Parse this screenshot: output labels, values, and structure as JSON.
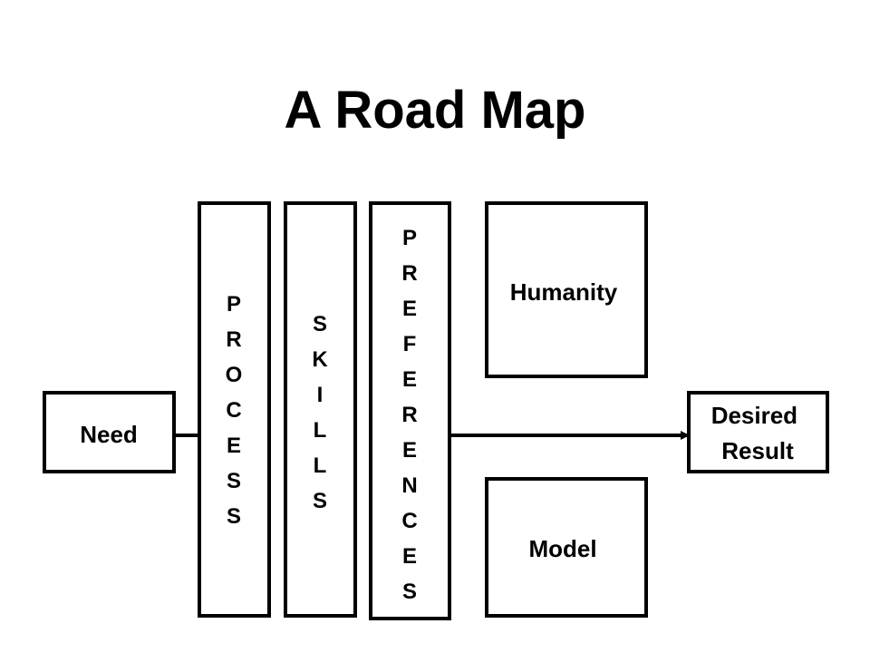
{
  "title": "A Road Map",
  "need": "Need",
  "process": [
    "P",
    "R",
    "O",
    "C",
    "E",
    "S",
    "S"
  ],
  "skills": [
    "S",
    "K",
    "I",
    "L",
    "L",
    "S"
  ],
  "preferences": [
    "P",
    "R",
    "E",
    "F",
    "E",
    "R",
    "E",
    "N",
    "C",
    "E",
    "S"
  ],
  "humanity": "Humanity",
  "model": "Model",
  "desired_result": [
    "Desired",
    "Result"
  ],
  "colors": {
    "stroke": "#000000",
    "fill": "#ffffff"
  }
}
